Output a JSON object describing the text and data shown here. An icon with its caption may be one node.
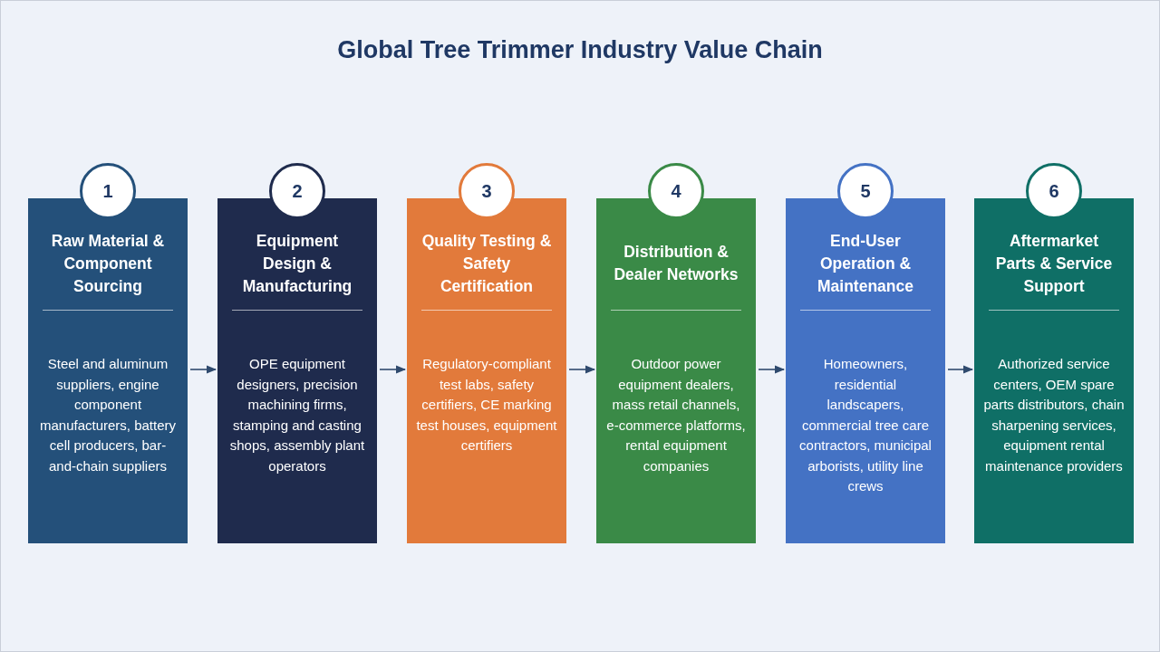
{
  "diagram": {
    "title": "Global Tree Trimmer Industry Value Chain",
    "nodes": [
      {
        "text": [
          "1"
        ]
      },
      {
        "text": [
          "Raw Material & Component Sourcing",
          "Steel and aluminum suppliers, engine component manufacturers, battery cell producers, bar-and-chain suppliers"
        ]
      },
      {
        "text": [
          "2"
        ]
      },
      {
        "text": [
          "Equipment Design & Manufacturing",
          "OPE equipment designers, precision machining firms, stamping and casting shops, assembly plant operators"
        ]
      },
      {
        "text": [
          "3"
        ]
      },
      {
        "text": [
          "Quality Testing & Safety Certification",
          "Regulatory-compliant test labs, safety certifiers, CE marking test houses, equipment certifiers"
        ]
      },
      {
        "text": [
          "4"
        ]
      },
      {
        "text": [
          "Distribution & Dealer Networks",
          "Outdoor power equipment dealers, mass retail channels, e-commerce platforms, rental equipment companies"
        ]
      },
      {
        "text": [
          "5"
        ]
      },
      {
        "text": [
          "End-User Operation & Maintenance",
          "Homeowners, residential landscapers, commercial tree care contractors, municipal arborists, utility line crews"
        ]
      },
      {
        "text": [
          "6"
        ]
      },
      {
        "text": [
          "Aftermarket Parts & Service Support",
          "Authorized service centers, OEM spare parts distributors, chain sharpening services, equipment rental maintenance providers"
        ]
      }
    ],
    "edges": [
      {
        "from": 1,
        "to": 3,
        "arrow": "to"
      },
      {
        "from": 3,
        "to": 5,
        "arrow": "to"
      },
      {
        "from": 5,
        "to": 7,
        "arrow": "to"
      },
      {
        "from": 7,
        "to": 9,
        "arrow": "to"
      },
      {
        "from": 9,
        "to": 11,
        "arrow": "to"
      }
    ]
  }
}
